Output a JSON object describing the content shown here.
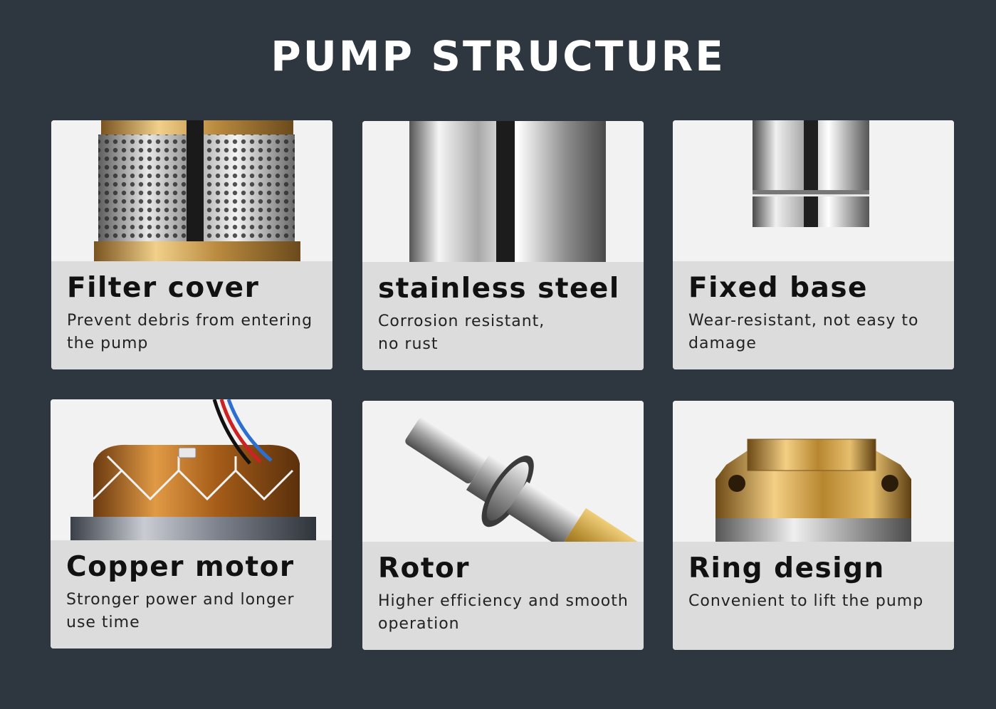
{
  "title": "PUMP STRUCTURE",
  "cards": [
    {
      "heading": "Filter cover",
      "description": "Prevent debris from entering the pump",
      "image": "filter-cover-photo"
    },
    {
      "heading": "stainless steel",
      "description": "Corrosion resistant, no rust",
      "image": "stainless-steel-photo"
    },
    {
      "heading": "Fixed base",
      "description": "Wear-resistant, not easy to damage",
      "image": "fixed-base-photo"
    },
    {
      "heading": "Copper motor",
      "description": "Stronger power and longer use time",
      "image": "copper-motor-photo"
    },
    {
      "heading": "Rotor",
      "description": "Higher efficiency and smooth operation",
      "image": "rotor-photo"
    },
    {
      "heading": "Ring design",
      "description": "Convenient to lift the pump",
      "image": "ring-design-photo"
    }
  ],
  "colors": {
    "background": "#2e363f",
    "card_caption": "#dcdcdc",
    "title_text": "#ffffff",
    "heading_text": "#111111",
    "brass": "#c99a4a",
    "copper": "#b86a1e"
  }
}
